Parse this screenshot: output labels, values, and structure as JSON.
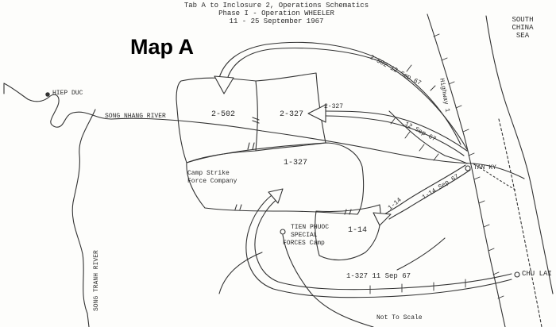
{
  "header": {
    "line1": "Tab A to Inclosure 2, Operations Schematics",
    "line2": "Phase I - Operation WHEELER",
    "line3": "11 - 25 September 1967"
  },
  "map_title": "Map A",
  "sea_label": {
    "line1": "SOUTH",
    "line2": "CHINA",
    "line3": "SEA"
  },
  "places": {
    "hiep_duc": "HIEP DUC",
    "song_nhang": "SONG NHANG RIVER",
    "song_tranh": "SONG TRANH RIVER",
    "tan_ky": "TAN KY",
    "chu_lai": "CHU LAI",
    "tien_phuoc": {
      "line1": "TIEN PHUOC",
      "line2": "SPECIAL",
      "line3": "FORCES Camp"
    },
    "camp_strike": {
      "line1": "Camp Strike",
      "line2": "Force Company"
    },
    "highway": "Highway 1"
  },
  "units": {
    "u2502": "2-502",
    "u2327_area": "2-327",
    "u1327_area": "1-327",
    "u114_area": "1-14",
    "u2327_arrow": "2-327"
  },
  "route_labels": {
    "r1": "2-502  12 Sep 67",
    "r2": "12 Sep 67",
    "r3": "1-14 Sep 67",
    "r4": "1-14",
    "r5": "1-327  11 Sep 67"
  },
  "scale_note": "Not To Scale"
}
